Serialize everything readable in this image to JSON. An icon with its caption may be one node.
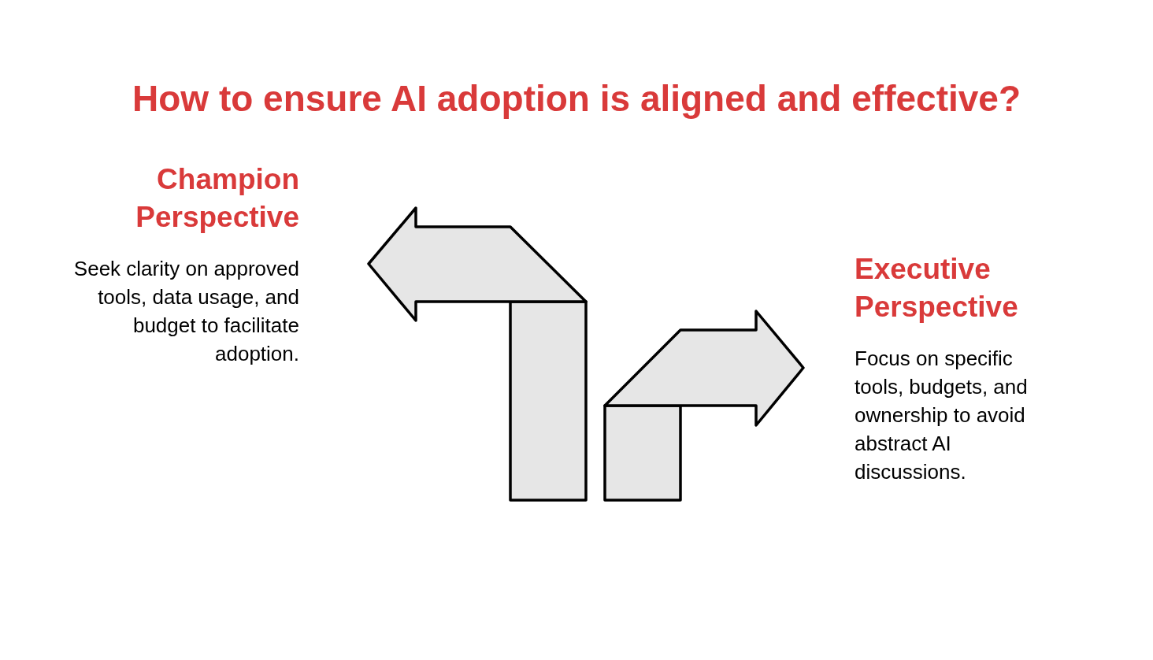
{
  "diagram": {
    "title": "How to ensure AI adoption is aligned and effective?",
    "labels": [
      "Champion Perspective",
      "Seek clarity on approved tools, data usage, and budget to facilitate adoption.",
      "Executive Perspective",
      "Focus on specific tools, budgets, and ownership to avoid abstract AI discussions."
    ]
  }
}
